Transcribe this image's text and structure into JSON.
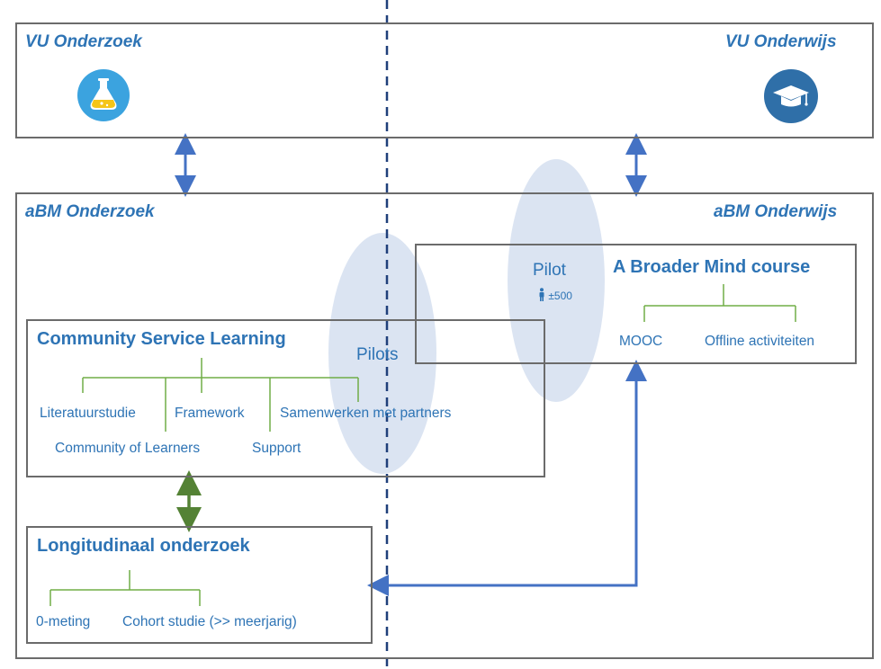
{
  "vu": {
    "left_title": "VU Onderzoek",
    "right_title": "VU Onderwijs",
    "left_icon": "flask-icon",
    "right_icon": "graduation-cap-icon"
  },
  "abm": {
    "left_title": "aBM Onderzoek",
    "right_title": "aBM Onderwijs"
  },
  "csl": {
    "title": "Community Service Learning",
    "items": [
      "Literatuurstudie",
      "Framework",
      "Samenwerken met partners",
      "Community of Learners",
      "Support"
    ]
  },
  "longitudinal": {
    "title": "Longitudinaal onderzoek",
    "items": [
      "0-meting",
      "Cohort studie (>> meerjarig)"
    ]
  },
  "course": {
    "title": "A Broader Mind course",
    "items": [
      "MOOC",
      "Offline activiteiten"
    ]
  },
  "pilots_label": "Pilots",
  "pilot": {
    "label": "Pilot",
    "count": "±500",
    "icon": "person-icon"
  },
  "colors": {
    "text_blue": "#2e74b5",
    "border_gray": "#6b6b6b",
    "tree_green": "#70ad47",
    "arrow_blue": "#4472c4",
    "arrow_green": "#548235",
    "divider_blue": "#1f3f7a",
    "ellipse_fill": "#bdcde8"
  }
}
